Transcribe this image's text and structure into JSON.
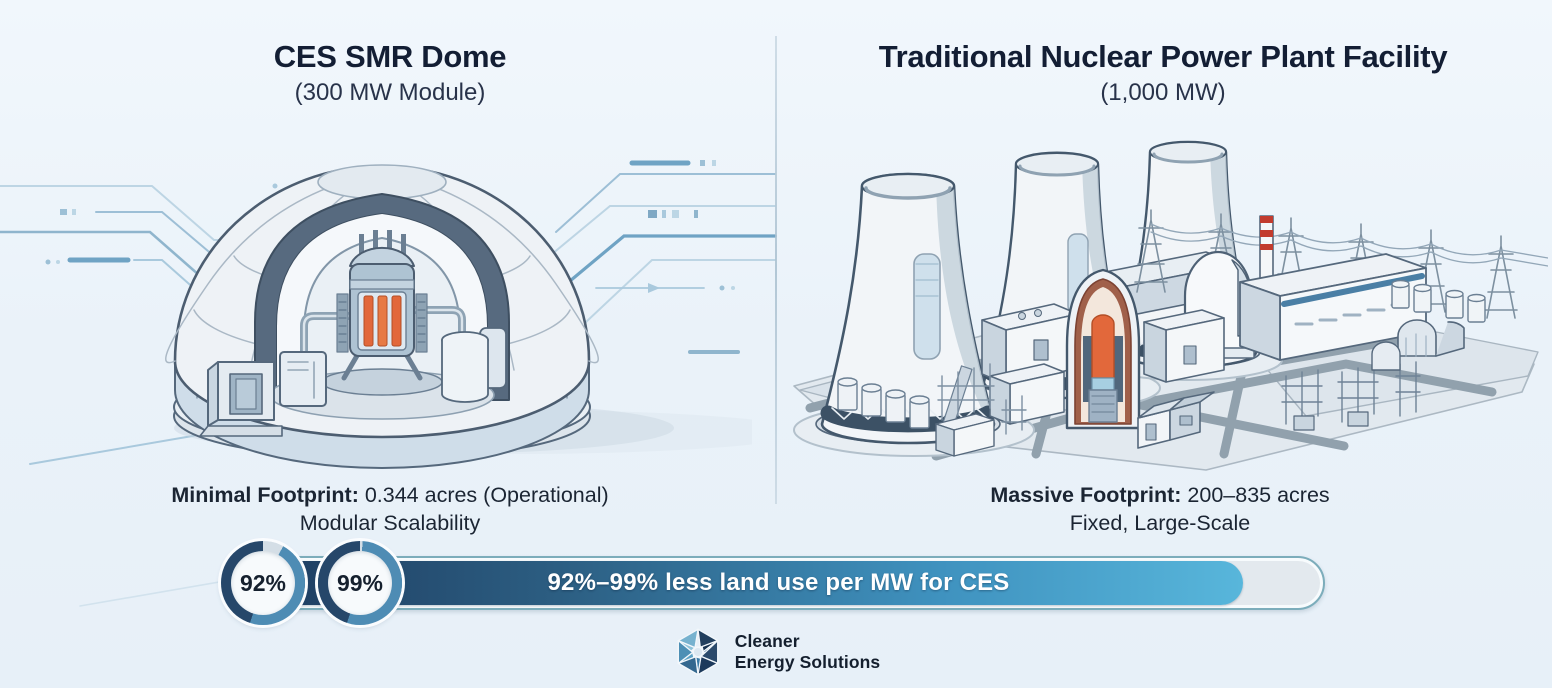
{
  "page": {
    "background": "#eaf2f9"
  },
  "left_panel": {
    "title": "CES SMR Dome",
    "subtitle": "(300 MW Module)",
    "footprint_label": "Minimal Footprint:",
    "footprint_value": " 0.344 acres (Operational)",
    "footprint_note": "Modular Scalability",
    "illustration": "smr-dome-cutaway-illustration"
  },
  "right_panel": {
    "title": "Traditional Nuclear Power Plant Facility",
    "subtitle": "(1,000 MW)",
    "footprint_label": "Massive Footprint:",
    "footprint_value": " 200–835 acres",
    "footprint_note": "Fixed, Large-Scale",
    "illustration": "traditional-nuclear-plant-isometric-illustration"
  },
  "comparison": {
    "badges": [
      {
        "value": "92%",
        "percent": 92
      },
      {
        "value": "99%",
        "percent": 99
      }
    ],
    "bar_label": "92%–99% less land use per MW for CES",
    "bar_fill_percent": 92,
    "colors": {
      "ring_dark": "#26476a",
      "ring_light": "#4e8cb4",
      "ring_rest": "#d4dee6",
      "bar_gradient": "linear-gradient(90deg,#1d3a5e 0%,#2c5e82 32%,#3f92bf 70%,#58b6db 100%)"
    }
  },
  "footer": {
    "brand_line1": "Cleaner",
    "brand_line2": "Energy Solutions",
    "logo": "aperture-logo-icon"
  }
}
